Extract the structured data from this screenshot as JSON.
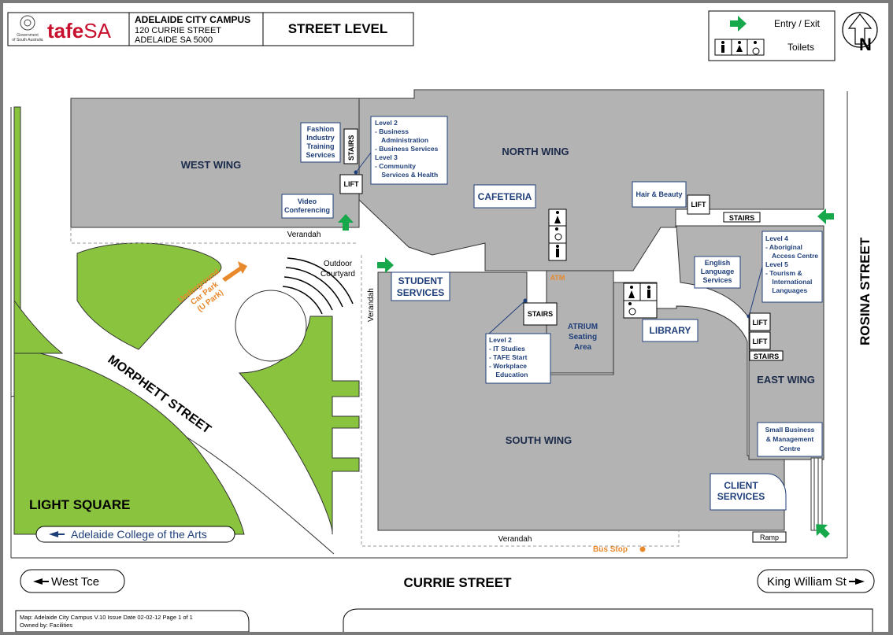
{
  "header": {
    "gov_text_line1": "Government",
    "gov_text_line2": "of South Australia",
    "logo_text_tafe": "tafe",
    "logo_text_sa": "SA",
    "campus_name": "ADELAIDE CITY CAMPUS",
    "address_line1": "120 CURRIE STREET",
    "address_line2": "ADELAIDE SA 5000",
    "level_title": "STREET LEVEL"
  },
  "legend": {
    "entry_exit": "Entry / Exit",
    "toilets": "Toilets"
  },
  "north_label": "N",
  "streets": {
    "rosina": "ROSINA STREET",
    "currie": "CURRIE STREET",
    "morphett": "MORPHETT STREET",
    "light_square": "LIGHT SQUARE",
    "college_arts": "Adelaide College of the Arts",
    "west_tce": "West Tce",
    "king_william": "King William St"
  },
  "wings": {
    "west": "WEST WING",
    "north": "NORTH WING",
    "south": "SOUTH WING",
    "east": "EAST WING"
  },
  "rooms": {
    "fashion": [
      "Fashion",
      "Industry",
      "Training",
      "Services"
    ],
    "video": [
      "Video",
      "Conferencing"
    ],
    "cafeteria": "CAFETERIA",
    "hair": "Hair & Beauty",
    "student": [
      "STUDENT",
      "SERVICES"
    ],
    "atrium": [
      "ATRIUM",
      "Seating",
      "Area"
    ],
    "library": "LIBRARY",
    "english": [
      "English",
      "Language",
      "Services"
    ],
    "small_business": [
      "Small Business",
      "& Management",
      "Centre"
    ],
    "client": [
      "CLIENT",
      "SERVICES"
    ]
  },
  "info_boxes": {
    "west_levels": [
      "Level 2",
      "- Business",
      "  Administration",
      "- Business Services",
      "Level 3",
      "- Community",
      "  Services & Health"
    ],
    "south_levels": [
      "Level 2",
      "- IT Studies",
      "- TAFE Start",
      "- Workplace",
      "  Education"
    ],
    "east_levels": [
      "Level 4",
      "- Aboriginal",
      "  Access Centre",
      "Level 5",
      "- Tourism &",
      "  International",
      "  Languages"
    ]
  },
  "labels": {
    "stairs": "STAIRS",
    "lift": "LIFT",
    "verandah": "Verandah",
    "outdoor_courtyard": [
      "Outdoor",
      "Courtyard"
    ],
    "atm": "ATM",
    "bus_stop": "Bus Stop",
    "ramp": "Ramp",
    "car_park": [
      "Underground",
      "Car Park",
      "(U Park)"
    ]
  },
  "footer": {
    "map_info": "Map: Adelaide City Campus V.10  Issue Date 02-02-12  Page 1 of 1",
    "owned_by": "Owned by: Facilities"
  },
  "colors": {
    "green_space": "#8ac43f",
    "building": "#b3b3b3",
    "brand_red": "#c8102e",
    "text_blue": "#1f3f7a",
    "accent_orange": "#e8892c",
    "arrow_green": "#17a84b"
  }
}
